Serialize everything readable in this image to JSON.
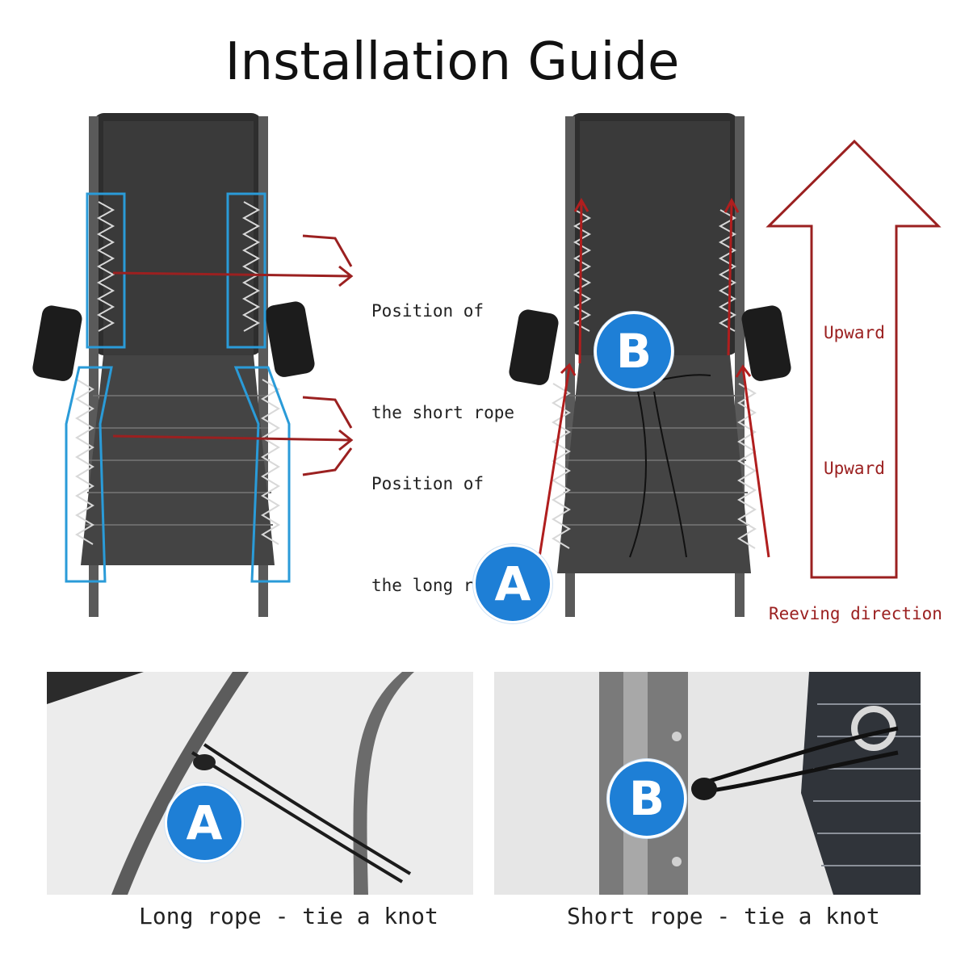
{
  "title": "Installation Guide",
  "left_panel": {
    "short_rope_line1": "Position of",
    "short_rope_line2": "the short rope",
    "long_rope_line1": "Position of",
    "long_rope_line2": "the long rope"
  },
  "right_panel": {
    "upward_top": "Upward",
    "upward_bottom": "Upward",
    "reeving_direction": "Reeving direction",
    "badge_a": "A",
    "badge_b": "B"
  },
  "bottom_left": {
    "badge": "A",
    "caption": "Long rope - tie a knot"
  },
  "bottom_right": {
    "badge": "B",
    "caption": "Short rope - tie a knot"
  },
  "colors": {
    "badge_blue": "#1e7fd6",
    "highlight_blue": "#2a9bd8",
    "arrow_red": "#9b2020",
    "chair_dark": "#2b2b2b"
  }
}
